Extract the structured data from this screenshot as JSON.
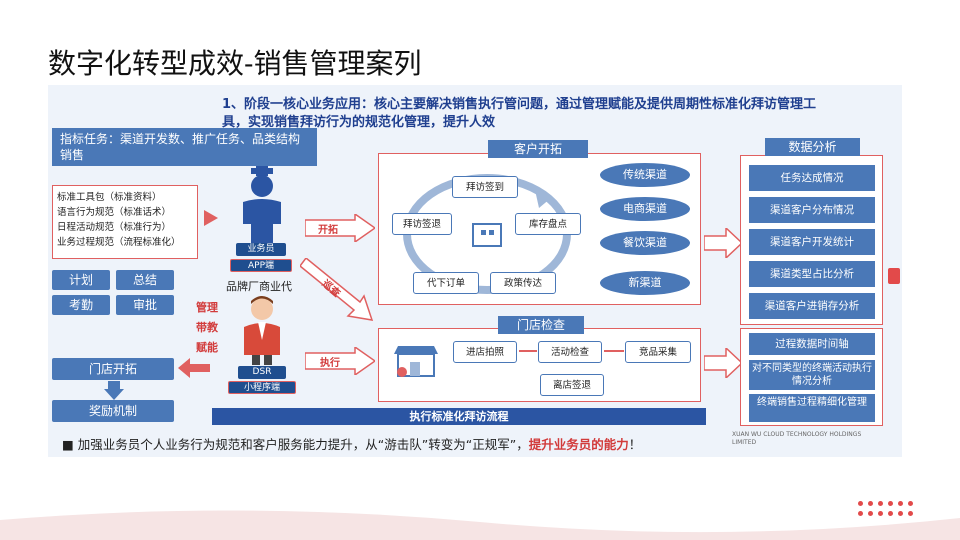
{
  "page_title": "数字化转型成效-销售管理案列",
  "headline": "1、阶段一核心业务应用：核心主要解决销售执行管问题，通过管理赋能及提供周期性标准化拜访管理工具，实现销售拜访行为的规范化管理，提升人效",
  "task": "指标任务：渠道开发数、推广任务、品类结构销售",
  "tools": [
    "标准工具包（标准资料）",
    "语言行为规范（标准话术）",
    "日程活动规范（标准行为）",
    "业务过程规范（流程标准化）"
  ],
  "actions": [
    "计划",
    "总结",
    "考勤",
    "审批"
  ],
  "store_expand": "门店开拓",
  "reward": "奖励机制",
  "management": [
    "管理",
    "带教",
    "赋能"
  ],
  "salesman": {
    "role": "业务员",
    "client": "APP端"
  },
  "dsr": {
    "role": "DSR",
    "client": "小程序端"
  },
  "brand_agent": "品牌厂商业代",
  "arrows": {
    "expand": "开拓",
    "inspect": "巡查",
    "execute": "执行"
  },
  "customer_expand": {
    "title": "客户开拓",
    "nodes": [
      "拜访签到",
      "库存盘点",
      "政策传达",
      "代下订单",
      "拜访签退"
    ],
    "channels": [
      "传统渠道",
      "电商渠道",
      "餐饮渠道",
      "新渠道"
    ]
  },
  "store_check": {
    "title": "门店检查",
    "steps": [
      "进店拍照",
      "活动检查",
      "竞品采集",
      "离店签退"
    ]
  },
  "analysis": {
    "title": "数据分析",
    "items": [
      "任务达成情况",
      "渠道客户分布情况",
      "渠道客户开发统计",
      "渠道类型占比分析",
      "渠道客户进销存分析"
    ],
    "items2": [
      "过程数据时间轴",
      "对不同类型的终端活动执行情况分析",
      "终端销售过程精细化管理"
    ]
  },
  "bottom_bar": "执行标准化拜访流程",
  "footer": {
    "text": "加强业务员个人业务行为规范和客户服务能力提升，从“游击队”转变为“正规军”，",
    "highlight": "提升业务员的能力",
    "tail": "！"
  },
  "company": "XUAN WU CLOUD TECHNOLOGY HOLDINGS LIMITED",
  "colors": {
    "primary": "#4a78b7",
    "accent": "#e06060",
    "dark": "#1f4e8f"
  }
}
